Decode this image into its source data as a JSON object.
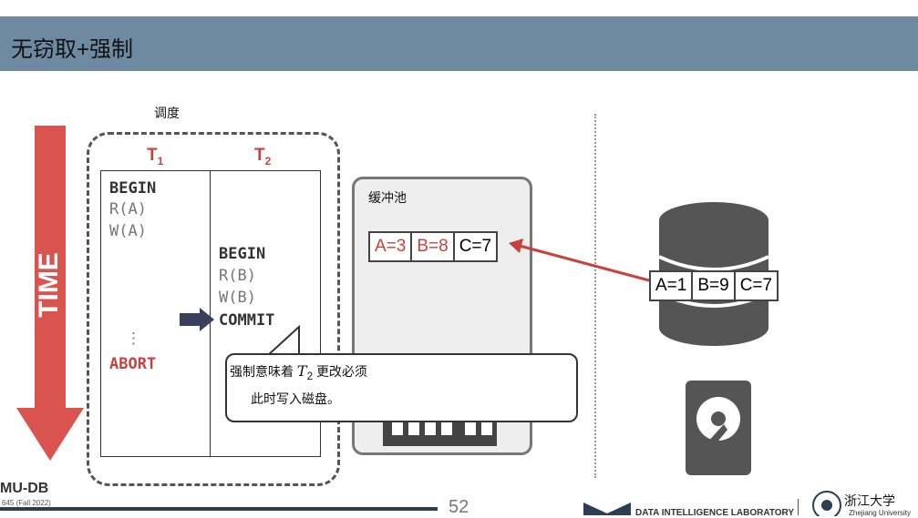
{
  "title": "无窃取+强制",
  "schedule_label": "调度",
  "time_label": "TIME",
  "t1_header": {
    "letter": "T",
    "sub": "1"
  },
  "t2_header": {
    "letter": "T",
    "sub": "2"
  },
  "t1_ops": {
    "begin": "BEGIN",
    "read": "R(A)",
    "write": "W(A)",
    "dots": "⋮",
    "abort": "ABORT"
  },
  "t2_ops": {
    "begin": "BEGIN",
    "read": "R(B)",
    "write": "W(B)",
    "commit": "COMMIT"
  },
  "buffer_pool_label": "缓冲池",
  "buffer_pool": [
    "A=3",
    "B=8",
    "C=7"
  ],
  "disk": [
    "A=1",
    "B=9",
    "C=7"
  ],
  "callout": {
    "pre": "强制意味着",
    "var": "T",
    "sub": "2",
    "post": "更改必须",
    "line2": "此时写入磁盘。"
  },
  "footer": {
    "course": "MU-DB",
    "term": "645 (Fall 2022)",
    "page": "52",
    "lab": "DATA INTELLIGENCE LABORATORY",
    "university": "浙江大学",
    "university_en": "Zhejiang University"
  },
  "colors": {
    "titlebar": "#6e8aa3",
    "red": "#c9413f",
    "arrow_dark": "#3a3f5c"
  }
}
